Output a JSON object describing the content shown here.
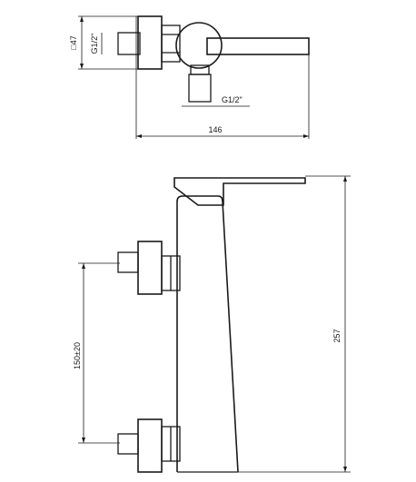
{
  "top_view": {
    "thread_label_vertical": "G1/2\"",
    "square_size_label": "□47",
    "thread_label_bottom": "G1/2\"",
    "width_label": "146"
  },
  "side_view": {
    "spacing_label": "150±20",
    "height_label": "257"
  }
}
